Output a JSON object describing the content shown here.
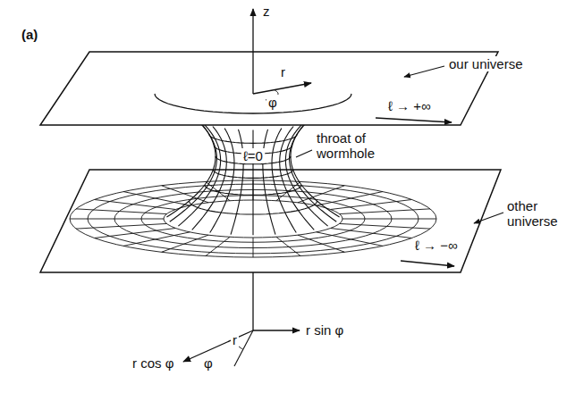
{
  "diagram": {
    "labels": [
      "(a)",
      "z",
      "r",
      "φ",
      "our universe",
      "ℓ → +∞",
      "throat of wormhole",
      "ℓ=0",
      "other universe",
      "ℓ → −∞",
      "r sin φ",
      "r cos φ",
      "φ",
      "r"
    ]
  }
}
